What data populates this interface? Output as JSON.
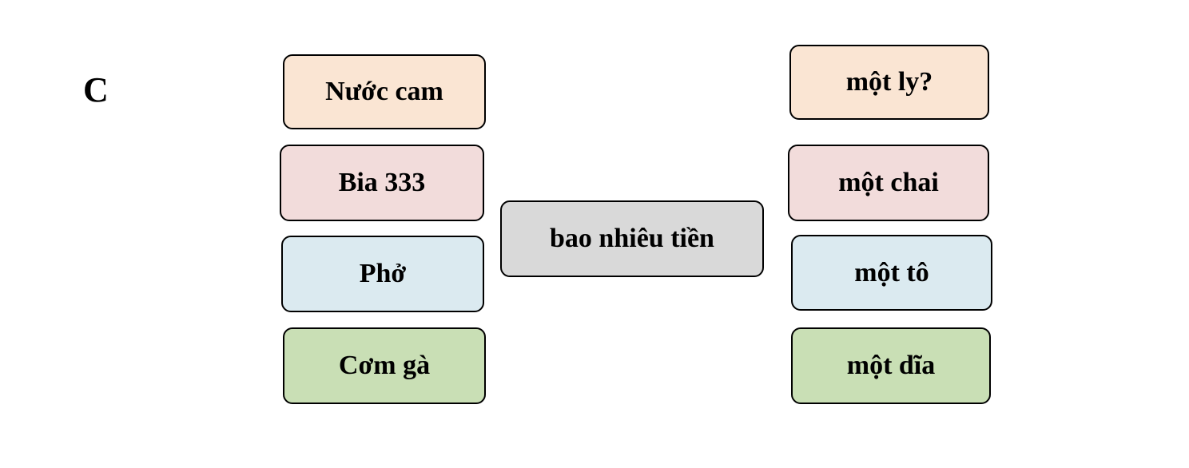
{
  "section_letter": "C",
  "left_items": [
    "Nước cam",
    "Bia 333",
    "Phở",
    "Cơm gà"
  ],
  "center_item": "bao nhiêu tiền",
  "right_items": [
    "một ly?",
    "một chai",
    "một tô",
    "một dĩa"
  ],
  "colors": {
    "orange": "#fae5d3",
    "pink": "#f2dcdb",
    "blue": "#dbeaf0",
    "green": "#c9dfb5",
    "gray": "#d9d9d9"
  }
}
